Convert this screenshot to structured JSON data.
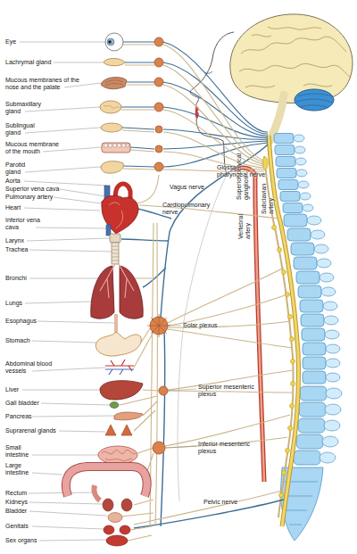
{
  "diagram": {
    "labels": [
      "Eye",
      "Lachrymal gland",
      "Mucous membranes of the nose and the palate",
      "Submaxillary gland",
      "Sublingual gland",
      "Mucous membrane of the mouth",
      "Parotid gland",
      "Aorta",
      "Superior vena cava",
      "Pulmonary artery",
      "Heart",
      "Inferior vena cava",
      "Larynx",
      "Trachea",
      "Bronchi",
      "Lungs",
      "Esophagus",
      "Stomach",
      "Abdominal blood vessels",
      "Liver",
      "Gall bladder",
      "Pancreas",
      "Suprarenal glands",
      "Small intestine",
      "Large intestine",
      "Rectum",
      "Kidneys",
      "Bladder",
      "Genitals",
      "Sex organs",
      "Glosso- pharyngeal nerve",
      "Superior cervical ganglion",
      "Subclavian artery",
      "Vagus nerve",
      "Cardiopulmonary nerve",
      "Vertebral artery",
      "Solar plexus",
      "Superior mesenteric plexus",
      "Inferior mesenteric plexus",
      "Pelvic nerve"
    ]
  }
}
